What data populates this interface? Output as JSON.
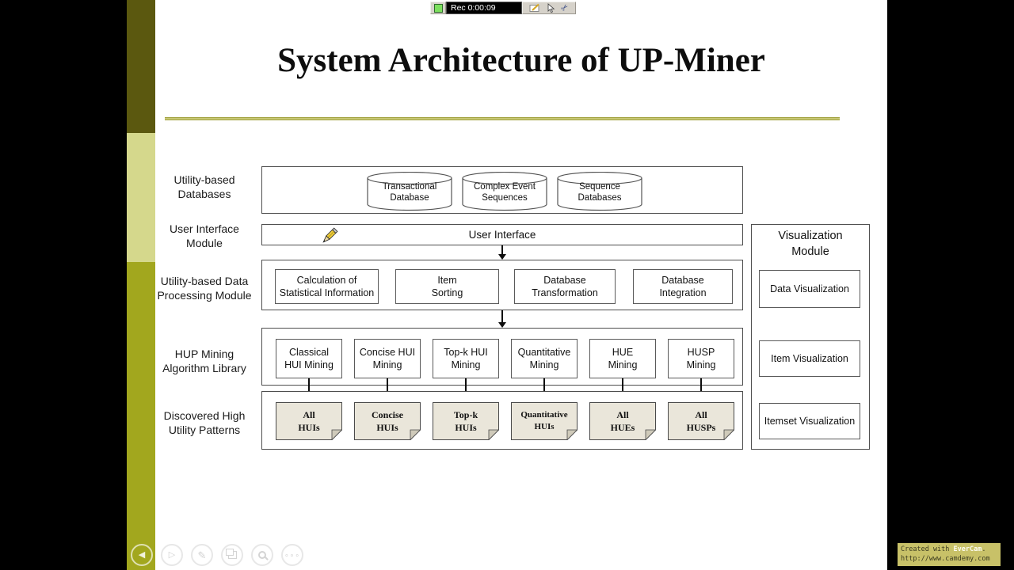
{
  "recorder": {
    "rec_text": "Rec 0:00:09",
    "scissors_glyph": "✂"
  },
  "slide": {
    "title": "System Architecture of UP-Miner",
    "row_labels": [
      "Utility-based\nDatabases",
      "User Interface\nModule",
      "Utility-based Data\nProcessing Module",
      "HUP Mining\nAlgorithm Library",
      "Discovered High\nUtility Patterns"
    ],
    "databases": [
      "Transactional\nDatabase",
      "Complex Event\nSequences",
      "Sequence\nDatabases"
    ],
    "user_interface": "User Interface",
    "processing": [
      "Calculation of\nStatistical Information",
      "Item\nSorting",
      "Database\nTransformation",
      "Database\nIntegration"
    ],
    "mining": [
      "Classical\nHUI Mining",
      "Concise HUI\nMining",
      "Top-k HUI\nMining",
      "Quantitative\nMining",
      "HUE\nMining",
      "HUSP\nMining"
    ],
    "patterns": [
      "All\nHUIs",
      "Concise\nHUIs",
      "Top-k\nHUIs",
      "Quantitative\nHUIs",
      "All\nHUEs",
      "All\nHUSPs"
    ],
    "visualization": {
      "title": "Visualization\nModule",
      "boxes": [
        "Data Visualization",
        "Item Visualization",
        "Itemset Visualization"
      ]
    }
  },
  "nav": {
    "back_glyph": "◀",
    "forward_glyph": "▷",
    "pen_glyph": "✎",
    "more_glyph": "∘∘∘"
  },
  "watermark": {
    "line1_prefix": "Created with ",
    "line1_brand": "EverCam",
    "line1_suffix": ".",
    "line2": "http://www.camdemy.com"
  },
  "colors": {
    "strip_dark": "#5b580f",
    "strip_light": "#d5d88c",
    "strip_mid": "#a2a71e",
    "note_fill": "#eae6da",
    "rec_led": "#7de05e",
    "watermark_bg": "#c8c168"
  }
}
